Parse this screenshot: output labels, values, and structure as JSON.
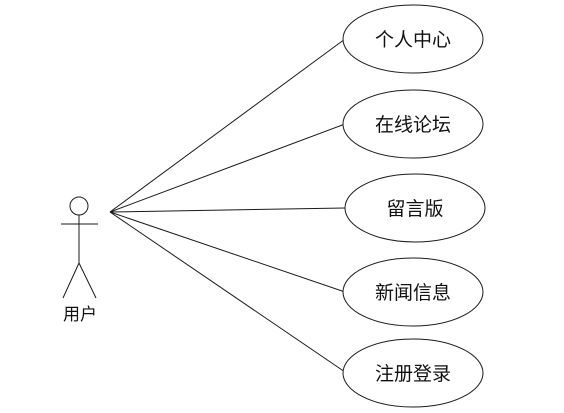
{
  "actor": {
    "label": "用户"
  },
  "use_cases": [
    {
      "id": "personal-center",
      "label": "个人中心"
    },
    {
      "id": "online-forum",
      "label": "在线论坛"
    },
    {
      "id": "message-board",
      "label": "留言版"
    },
    {
      "id": "news-info",
      "label": "新闻信息"
    },
    {
      "id": "register-login",
      "label": "注册登录"
    }
  ]
}
